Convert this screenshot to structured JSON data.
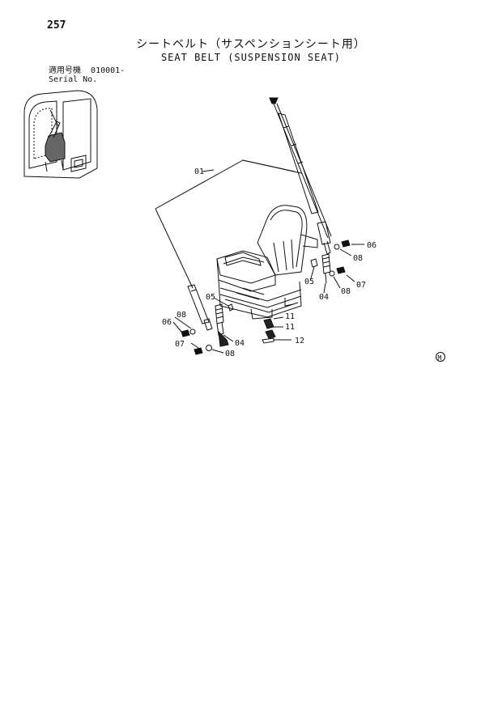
{
  "page": {
    "number": "257",
    "title_jp": "シートベルト（サスペンションシート用）",
    "title_en": "SEAT BELT (SUSPENSION SEAT)",
    "serial_label_jp": "適用号機",
    "serial_value": "010001-",
    "serial_label_en": "Serial No."
  },
  "diagram": {
    "part_labels": [
      {
        "id": "01"
      },
      {
        "id": "06"
      },
      {
        "id": "08"
      },
      {
        "id": "05"
      },
      {
        "id": "07"
      },
      {
        "id": "08"
      },
      {
        "id": "04"
      },
      {
        "id": "05"
      },
      {
        "id": "08"
      },
      {
        "id": "06"
      },
      {
        "id": "11"
      },
      {
        "id": "11"
      },
      {
        "id": "04"
      },
      {
        "id": "07"
      },
      {
        "id": "08"
      },
      {
        "id": "12"
      }
    ],
    "mark": "M"
  }
}
